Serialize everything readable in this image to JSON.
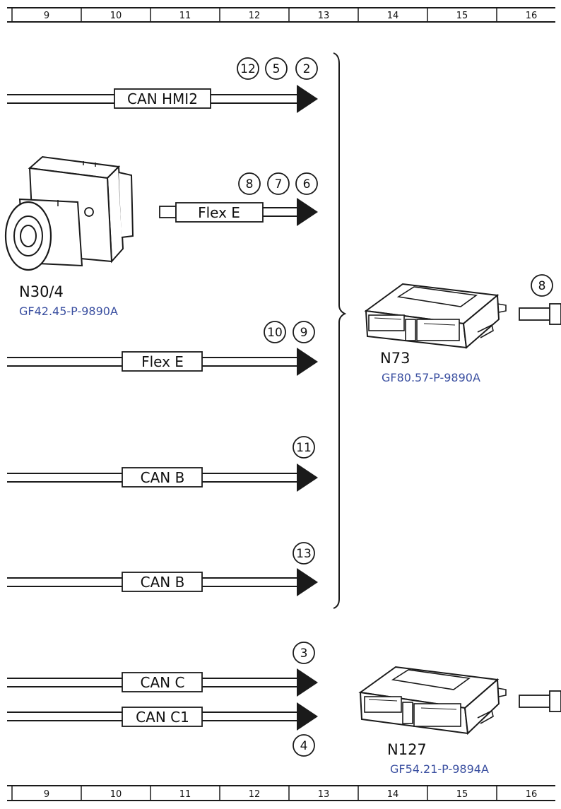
{
  "ruler": {
    "columns": [
      "9",
      "10",
      "11",
      "12",
      "13",
      "14",
      "15",
      "16"
    ]
  },
  "buses": [
    {
      "label": "CAN HMI2",
      "refs": [
        "12",
        "5",
        "2"
      ]
    },
    {
      "label": "Flex E",
      "refs": [
        "8",
        "7",
        "6"
      ]
    },
    {
      "label": "Flex E",
      "refs": [
        "10",
        "9"
      ]
    },
    {
      "label": "CAN B",
      "refs": [
        "11"
      ]
    },
    {
      "label": "CAN B",
      "refs": [
        "13"
      ]
    },
    {
      "label": "CAN C",
      "refs": [
        "3"
      ]
    },
    {
      "label": "CAN C1",
      "refs": [
        "4"
      ]
    }
  ],
  "components": {
    "n30_4": {
      "name": "N30/4",
      "ref": "GF42.45-P-9890A"
    },
    "n73": {
      "name": "N73",
      "ref": "GF80.57-P-9890A",
      "connector_ref": "8"
    },
    "n127": {
      "name": "N127",
      "ref": "GF54.21-P-9894A"
    }
  },
  "colors": {
    "line": "#1a1a1a",
    "reference_link": "#3a4fa0"
  }
}
